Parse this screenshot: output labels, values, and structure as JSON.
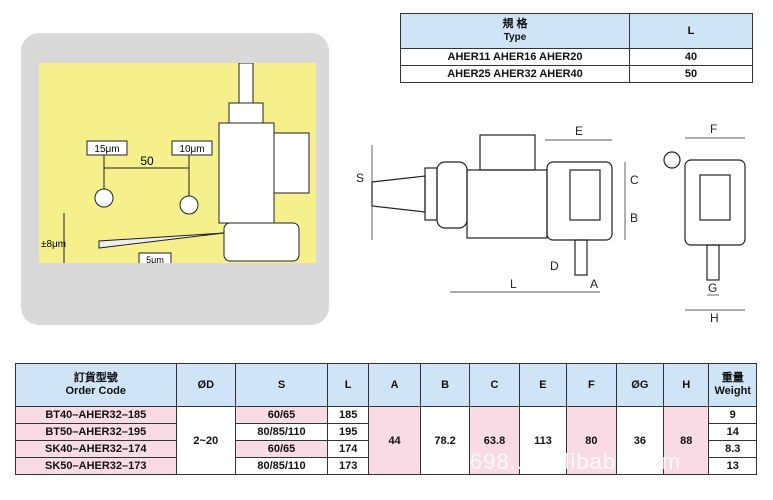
{
  "type_table": {
    "header_type_cn": "規 格",
    "header_type_en": "Type",
    "header_l": "L",
    "rows": [
      {
        "type": "AHER11  AHER16  AHER20",
        "l": "40"
      },
      {
        "type": "AHER25  AHER32  AHER40",
        "l": "50"
      }
    ]
  },
  "illustration": {
    "gauge_left": "15μm",
    "gauge_right": "10μm",
    "distance": "50",
    "tolerance": "±8μm",
    "tip": "5μm"
  },
  "dimensions": {
    "e": "E",
    "f": "F",
    "s": "S",
    "c": "C",
    "b": "B",
    "d": "D",
    "l": "L",
    "a": "A",
    "g": "G",
    "h": "H"
  },
  "order_table": {
    "headers": {
      "code_cn": "訂貨型號",
      "code_en": "Order Code",
      "od": "ØD",
      "s": "S",
      "l": "L",
      "a": "A",
      "b": "B",
      "c": "C",
      "e": "E",
      "f": "F",
      "og": "ØG",
      "h": "H",
      "weight_cn": "重量",
      "weight_en": "Weight"
    },
    "rows": [
      {
        "code": "BT40–AHER32–185",
        "s": "60/65",
        "l": "185",
        "w": "9"
      },
      {
        "code": "BT50–AHER32–195",
        "s": "80/85/110",
        "l": "195",
        "w": "14"
      },
      {
        "code": "SK40–AHER32–174",
        "s": "60/65",
        "l": "174",
        "w": "8.3"
      },
      {
        "code": "SK50–AHER32–173",
        "s": "80/85/110",
        "l": "173",
        "w": "13"
      }
    ],
    "common": {
      "od": "2~20",
      "a": "44",
      "b": "78.2",
      "c": "63.8",
      "e": "113",
      "f": "80",
      "og": "36",
      "h": "88"
    }
  },
  "watermark": "698...n.alibaba.com",
  "colors": {
    "header_blue": "#cfe4f6",
    "pink": "#f9dbe6",
    "yellow": "#f5f08c",
    "panel_gray": "#d9d9d9"
  }
}
